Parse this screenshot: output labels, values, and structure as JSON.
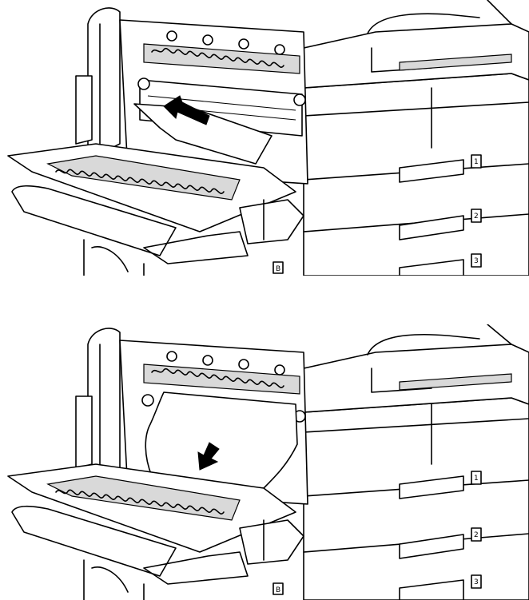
{
  "figure": {
    "panels": [
      {
        "id": "remove-jammed-paper",
        "arrow": "pull-out-left"
      },
      {
        "id": "paper-feeds-down",
        "arrow": "push-down"
      }
    ],
    "tray_labels": [
      "1",
      "2",
      "3"
    ],
    "door_label": "B",
    "colors": {
      "ink": "#000000",
      "paper": "#ffffff",
      "shade": "#d9d9d9"
    },
    "icons": [
      "arrow-icon",
      "tray-number-icon"
    ]
  }
}
